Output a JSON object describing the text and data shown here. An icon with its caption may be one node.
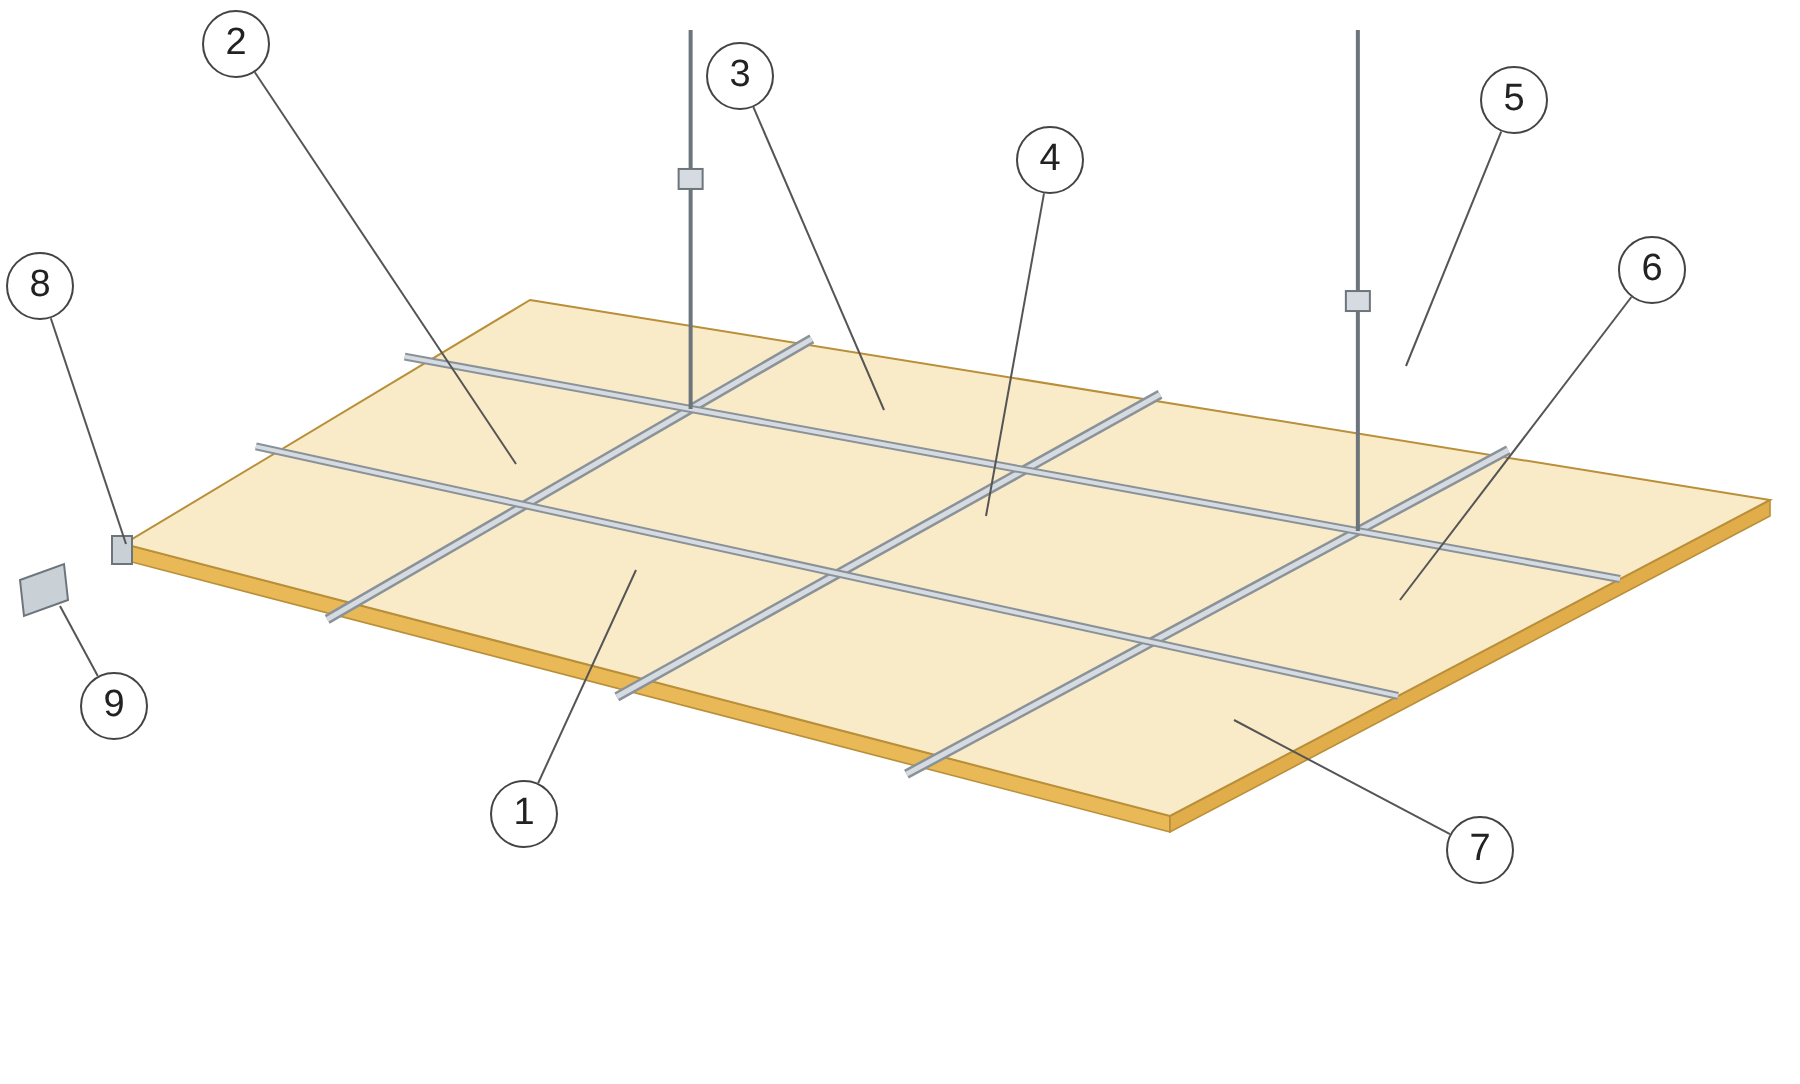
{
  "diagram": {
    "nodes": [
      {
        "text": [
          "1"
        ]
      },
      {
        "text": [
          "2"
        ]
      },
      {
        "text": [
          "3"
        ]
      },
      {
        "text": [
          "4"
        ]
      },
      {
        "text": [
          "5"
        ]
      },
      {
        "text": [
          "6"
        ]
      },
      {
        "text": [
          "7"
        ]
      },
      {
        "text": [
          "8"
        ]
      },
      {
        "text": [
          "9"
        ]
      }
    ],
    "edges": [
      {
        "from": 0,
        "to": null,
        "arrow": "none"
      },
      {
        "from": 1,
        "to": null,
        "arrow": "none"
      },
      {
        "from": 2,
        "to": null,
        "arrow": "none"
      },
      {
        "from": 3,
        "to": null,
        "arrow": "none"
      },
      {
        "from": 4,
        "to": null,
        "arrow": "none"
      },
      {
        "from": 5,
        "to": null,
        "arrow": "none"
      },
      {
        "from": 6,
        "to": null,
        "arrow": "none"
      },
      {
        "from": 7,
        "to": null,
        "arrow": "none"
      },
      {
        "from": 8,
        "to": null,
        "arrow": "none"
      }
    ]
  }
}
